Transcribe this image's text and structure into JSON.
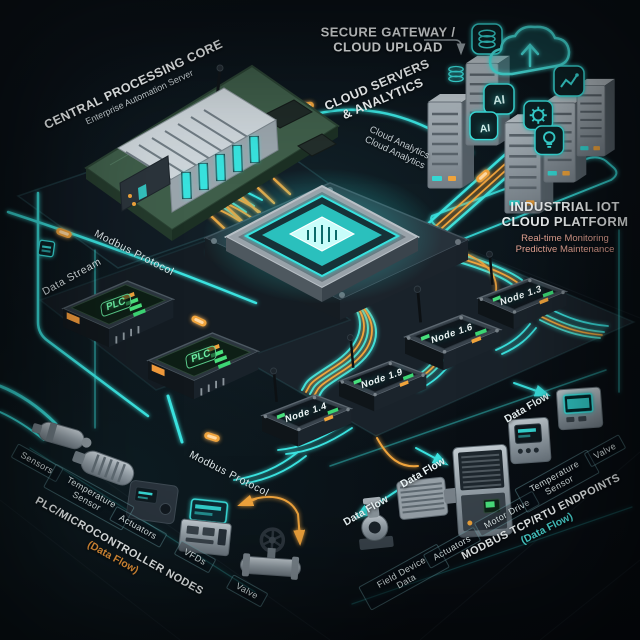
{
  "colors": {
    "background": "#0a1117",
    "neon_cyan": "#3ae2df",
    "neon_orange": "#f0a43c",
    "led_green": "#49e07c",
    "heading_text": "#f3f7f8",
    "salmon_text": "#edaa9a"
  },
  "headings": {
    "central_core": {
      "title": "CENTRAL PROCESSING CORE",
      "subtitle": "Enterprise Automation Server"
    },
    "secure_gateway": {
      "line1": "SECURE GATEWAY /",
      "line2": "CLOUD UPLOAD"
    },
    "cloud_servers": {
      "line1": "CLOUD SERVERS",
      "line2": "& ANALYTICS"
    },
    "cloud_analytics": {
      "line1": "Cloud Analytics",
      "line2": "Cloud Analytics"
    },
    "iiot_platform": {
      "line1": "INDUSTRIAL IOT",
      "line2": "CLOUD PLATFORM",
      "sub1": "Real-time Monitoring",
      "sub2": "Predictive Maintenance"
    }
  },
  "flow_labels": {
    "modbus_protocol_top": "Modbus Protocol",
    "modbus_protocol_bottom": "Modbus Protocol",
    "data_stream": "Data Stream",
    "data_flow_left": "Data Flow",
    "data_flow_mid": "Data Flow",
    "data_flow_right": "Data Flow"
  },
  "devices": {
    "plc_label": "PLC",
    "ai_label": "AI",
    "nodes": [
      "Node 1.9",
      "Node 1.6",
      "Node 1.3",
      "Node 1.4"
    ]
  },
  "groups": {
    "bottom_left": {
      "title": "PLC/MICROCONTROLLER NODES",
      "subtitle": "(Data Flow)",
      "device_labels": [
        "Sensors",
        "Temperature Sensor",
        "Actuators",
        "VFDs",
        "Valve"
      ]
    },
    "bottom_right": {
      "title": "MODBUS TCP/RTU ENDPOINTS",
      "subtitle": "(Data Flow)",
      "device_labels": [
        "Field Device Data",
        "Actuators",
        "Motor Drive",
        "Temperature Sensor",
        "Valve"
      ]
    }
  }
}
